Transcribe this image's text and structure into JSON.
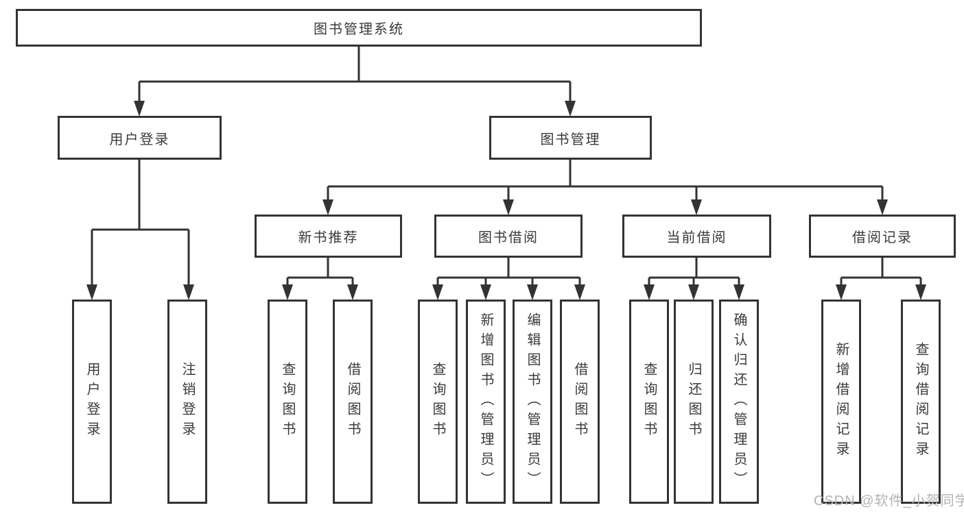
{
  "diagram_title": "图书管理系统",
  "tree": {
    "root": {
      "label": "图书管理系统",
      "children": [
        {
          "label": "用户登录",
          "children": [
            {
              "label": "用户登录"
            },
            {
              "label": "注销登录"
            }
          ]
        },
        {
          "label": "图书管理",
          "children": [
            {
              "label": "新书推荐",
              "children": [
                {
                  "label": "查询图书"
                },
                {
                  "label": "借阅图书"
                }
              ]
            },
            {
              "label": "图书借阅",
              "children": [
                {
                  "label": "查询图书"
                },
                {
                  "label": "新增图书（管理员）"
                },
                {
                  "label": "编辑图书（管理员）"
                },
                {
                  "label": "借阅图书"
                }
              ]
            },
            {
              "label": "当前借阅",
              "children": [
                {
                  "label": "查询图书"
                },
                {
                  "label": "归还图书"
                },
                {
                  "label": "确认归还（管理员）"
                }
              ]
            },
            {
              "label": "借阅记录",
              "children": [
                {
                  "label": "新增借阅记录"
                },
                {
                  "label": "查询借阅记录"
                }
              ]
            }
          ]
        }
      ]
    }
  },
  "watermark": {
    "text": "CSDN @软件_小贺同学"
  },
  "colors": {
    "line": "#333333",
    "text": "#3a3a3a",
    "box_bg": "#ffffff",
    "watermark": "#b3b3b3"
  }
}
